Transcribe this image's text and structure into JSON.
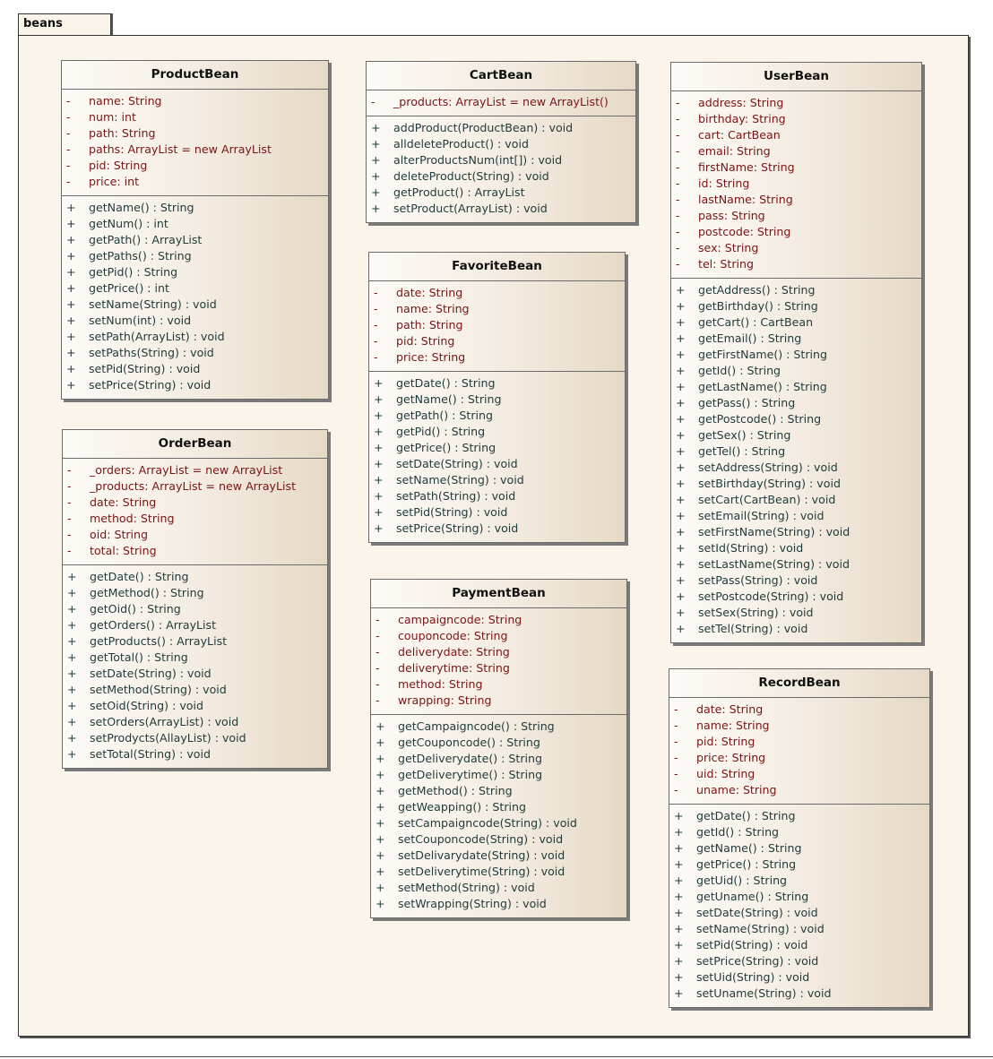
{
  "package": {
    "name": "beans"
  },
  "classes": [
    {
      "id": "product",
      "name": "ProductBean",
      "attributes": [
        {
          "vis": "-",
          "text": "name:  String"
        },
        {
          "vis": "-",
          "text": "num:  int"
        },
        {
          "vis": "-",
          "text": "path:  String"
        },
        {
          "vis": "-",
          "text": "paths:  ArrayList = new ArrayList"
        },
        {
          "vis": "-",
          "text": "pid:  String"
        },
        {
          "vis": "-",
          "text": "price:  int"
        }
      ],
      "operations": [
        {
          "vis": "+",
          "text": "getName() : String"
        },
        {
          "vis": "+",
          "text": "getNum() : int"
        },
        {
          "vis": "+",
          "text": "getPath() : ArrayList"
        },
        {
          "vis": "+",
          "text": "getPaths() : String"
        },
        {
          "vis": "+",
          "text": "getPid() : String"
        },
        {
          "vis": "+",
          "text": "getPrice() : int"
        },
        {
          "vis": "+",
          "text": "setName(String) : void"
        },
        {
          "vis": "+",
          "text": "setNum(int) : void"
        },
        {
          "vis": "+",
          "text": "setPath(ArrayList) : void"
        },
        {
          "vis": "+",
          "text": "setPaths(String) : void"
        },
        {
          "vis": "+",
          "text": "setPid(String) : void"
        },
        {
          "vis": "+",
          "text": "setPrice(String) : void"
        }
      ]
    },
    {
      "id": "cart",
      "name": "CartBean",
      "attributes": [
        {
          "vis": "-",
          "text": "_products:  ArrayList = new ArrayList()"
        }
      ],
      "operations": [
        {
          "vis": "+",
          "text": "addProduct(ProductBean) : void"
        },
        {
          "vis": "+",
          "text": "alldeleteProduct() : void"
        },
        {
          "vis": "+",
          "text": "alterProductsNum(int[]) : void"
        },
        {
          "vis": "+",
          "text": "deleteProduct(String) : void"
        },
        {
          "vis": "+",
          "text": "getProduct() : ArrayList"
        },
        {
          "vis": "+",
          "text": "setProduct(ArrayList) : void"
        }
      ]
    },
    {
      "id": "user",
      "name": "UserBean",
      "attributes": [
        {
          "vis": "-",
          "text": "address:  String"
        },
        {
          "vis": "-",
          "text": "birthday:  String"
        },
        {
          "vis": "-",
          "text": "cart:  CartBean"
        },
        {
          "vis": "-",
          "text": "email:  String"
        },
        {
          "vis": "-",
          "text": "firstName:  String"
        },
        {
          "vis": "-",
          "text": "id:  String"
        },
        {
          "vis": "-",
          "text": "lastName:  String"
        },
        {
          "vis": "-",
          "text": "pass:  String"
        },
        {
          "vis": "-",
          "text": "postcode:  String"
        },
        {
          "vis": "-",
          "text": "sex:  String"
        },
        {
          "vis": "-",
          "text": "tel:  String"
        }
      ],
      "operations": [
        {
          "vis": "+",
          "text": "getAddress() : String"
        },
        {
          "vis": "+",
          "text": "getBirthday() : String"
        },
        {
          "vis": "+",
          "text": "getCart() : CartBean"
        },
        {
          "vis": "+",
          "text": "getEmail() : String"
        },
        {
          "vis": "+",
          "text": "getFirstName() : String"
        },
        {
          "vis": "+",
          "text": "getId() : String"
        },
        {
          "vis": "+",
          "text": "getLastName() : String"
        },
        {
          "vis": "+",
          "text": "getPass() : String"
        },
        {
          "vis": "+",
          "text": "getPostcode() : String"
        },
        {
          "vis": "+",
          "text": "getSex() : String"
        },
        {
          "vis": "+",
          "text": "getTel() : String"
        },
        {
          "vis": "+",
          "text": "setAddress(String) : void"
        },
        {
          "vis": "+",
          "text": "setBirthday(String) : void"
        },
        {
          "vis": "+",
          "text": "setCart(CartBean) : void"
        },
        {
          "vis": "+",
          "text": "setEmail(String) : void"
        },
        {
          "vis": "+",
          "text": "setFirstName(String) : void"
        },
        {
          "vis": "+",
          "text": "setId(String) : void"
        },
        {
          "vis": "+",
          "text": "setLastName(String) : void"
        },
        {
          "vis": "+",
          "text": "setPass(String) : void"
        },
        {
          "vis": "+",
          "text": "setPostcode(String) : void"
        },
        {
          "vis": "+",
          "text": "setSex(String) : void"
        },
        {
          "vis": "+",
          "text": "setTel(String) : void"
        }
      ]
    },
    {
      "id": "favorite",
      "name": "FavoriteBean",
      "attributes": [
        {
          "vis": "-",
          "text": "date:  String"
        },
        {
          "vis": "-",
          "text": "name:  String"
        },
        {
          "vis": "-",
          "text": "path:  String"
        },
        {
          "vis": "-",
          "text": "pid:  String"
        },
        {
          "vis": "-",
          "text": "price:  String"
        }
      ],
      "operations": [
        {
          "vis": "+",
          "text": "getDate() : String"
        },
        {
          "vis": "+",
          "text": "getName() : String"
        },
        {
          "vis": "+",
          "text": "getPath() : String"
        },
        {
          "vis": "+",
          "text": "getPid() : String"
        },
        {
          "vis": "+",
          "text": "getPrice() : String"
        },
        {
          "vis": "+",
          "text": "setDate(String) : void"
        },
        {
          "vis": "+",
          "text": "setName(String) : void"
        },
        {
          "vis": "+",
          "text": "setPath(String) : void"
        },
        {
          "vis": "+",
          "text": "setPid(String) : void"
        },
        {
          "vis": "+",
          "text": "setPrice(String) : void"
        }
      ]
    },
    {
      "id": "order",
      "name": "OrderBean",
      "attributes": [
        {
          "vis": "-",
          "text": "_orders:  ArrayList = new ArrayList"
        },
        {
          "vis": "-",
          "text": "_products:  ArrayList = new ArrayList"
        },
        {
          "vis": "-",
          "text": "date:  String"
        },
        {
          "vis": "-",
          "text": "method:  String"
        },
        {
          "vis": "-",
          "text": "oid:  String"
        },
        {
          "vis": "-",
          "text": "total:  String"
        }
      ],
      "operations": [
        {
          "vis": "+",
          "text": "getDate() : String"
        },
        {
          "vis": "+",
          "text": "getMethod() : String"
        },
        {
          "vis": "+",
          "text": "getOid() : String"
        },
        {
          "vis": "+",
          "text": "getOrders() : ArrayList"
        },
        {
          "vis": "+",
          "text": "getProducts() : ArrayList"
        },
        {
          "vis": "+",
          "text": "getTotal() : String"
        },
        {
          "vis": "+",
          "text": "setDate(String) : void"
        },
        {
          "vis": "+",
          "text": "setMethod(String) : void"
        },
        {
          "vis": "+",
          "text": "setOid(String) : void"
        },
        {
          "vis": "+",
          "text": "setOrders(ArrayList) : void"
        },
        {
          "vis": "+",
          "text": "setProdycts(AllayList) : void"
        },
        {
          "vis": "+",
          "text": "setTotal(String) : void"
        }
      ]
    },
    {
      "id": "payment",
      "name": "PaymentBean",
      "attributes": [
        {
          "vis": "-",
          "text": "campaigncode:  String"
        },
        {
          "vis": "-",
          "text": "couponcode:  String"
        },
        {
          "vis": "-",
          "text": "deliverydate:  String"
        },
        {
          "vis": "-",
          "text": "deliverytime:  String"
        },
        {
          "vis": "-",
          "text": "method:  String"
        },
        {
          "vis": "-",
          "text": "wrapping:  String"
        }
      ],
      "operations": [
        {
          "vis": "+",
          "text": "getCampaigncode() : String"
        },
        {
          "vis": "+",
          "text": "getCouponcode() : String"
        },
        {
          "vis": "+",
          "text": "getDeliverydate() : String"
        },
        {
          "vis": "+",
          "text": "getDeliverytime() : String"
        },
        {
          "vis": "+",
          "text": "getMethod() : String"
        },
        {
          "vis": "+",
          "text": "getWeapping() : String"
        },
        {
          "vis": "+",
          "text": "setCampaigncode(String) : void"
        },
        {
          "vis": "+",
          "text": "setCouponcode(String) : void"
        },
        {
          "vis": "+",
          "text": "setDelivarydate(String) : void"
        },
        {
          "vis": "+",
          "text": "setDeliverytime(String) : void"
        },
        {
          "vis": "+",
          "text": "setMethod(String) : void"
        },
        {
          "vis": "+",
          "text": "setWrapping(String) : void"
        }
      ]
    },
    {
      "id": "record",
      "name": "RecordBean",
      "attributes": [
        {
          "vis": "-",
          "text": "date:  String"
        },
        {
          "vis": "-",
          "text": "name:  String"
        },
        {
          "vis": "-",
          "text": "pid:  String"
        },
        {
          "vis": "-",
          "text": "price:  String"
        },
        {
          "vis": "-",
          "text": "uid:  String"
        },
        {
          "vis": "-",
          "text": "uname:  String"
        }
      ],
      "operations": [
        {
          "vis": "+",
          "text": "getDate() : String"
        },
        {
          "vis": "+",
          "text": "getId() : String"
        },
        {
          "vis": "+",
          "text": "getName() : String"
        },
        {
          "vis": "+",
          "text": "getPrice() : String"
        },
        {
          "vis": "+",
          "text": "getUid() : String"
        },
        {
          "vis": "+",
          "text": "getUname() : String"
        },
        {
          "vis": "+",
          "text": "setDate(String) : void"
        },
        {
          "vis": "+",
          "text": "setName(String) : void"
        },
        {
          "vis": "+",
          "text": "setPid(String) : void"
        },
        {
          "vis": "+",
          "text": "setPrice(String) : void"
        },
        {
          "vis": "+",
          "text": "setUid(String) : void"
        },
        {
          "vis": "+",
          "text": "setUname(String) : void"
        }
      ]
    }
  ]
}
